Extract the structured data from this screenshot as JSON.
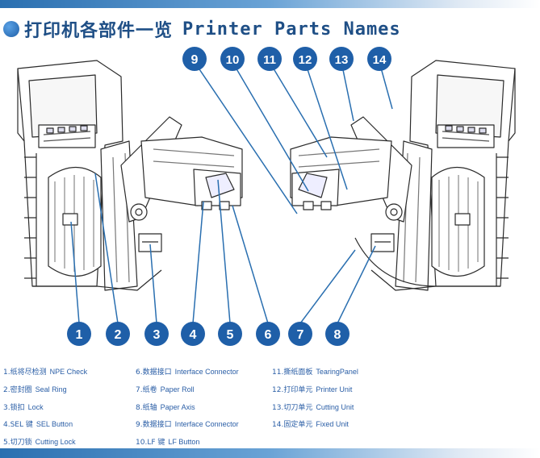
{
  "title": {
    "cn": "打印机各部件一览",
    "en": "Printer Parts Names"
  },
  "colors": {
    "accent": "#1f5fa8",
    "callout_fill": "#1f5fa8",
    "leader_line": "#2a6fb0",
    "legend_text": "#2a5ea6"
  },
  "callouts": [
    "1",
    "2",
    "3",
    "4",
    "5",
    "6",
    "7",
    "8",
    "9",
    "10",
    "11",
    "12",
    "13",
    "14"
  ],
  "legend": [
    {
      "num": "1.",
      "cn": "纸将尽检测",
      "en": "NPE Check"
    },
    {
      "num": "2.",
      "cn": "密封圈",
      "en": "Seal Ring"
    },
    {
      "num": "3.",
      "cn": "锁扣",
      "en": "Lock"
    },
    {
      "num": "4.",
      "cn": "SEL 键",
      "en": "SEL Button"
    },
    {
      "num": "5.",
      "cn": "切刀锁",
      "en": "Cutting Lock"
    },
    {
      "num": "6.",
      "cn": "数据接口",
      "en": "Interface Connector"
    },
    {
      "num": "7.",
      "cn": "纸卷",
      "en": "Paper Roll"
    },
    {
      "num": "8.",
      "cn": "纸轴",
      "en": "Paper Axis"
    },
    {
      "num": "9.",
      "cn": "数据接口",
      "en": "Interface Connector"
    },
    {
      "num": "10.",
      "cn": "LF 键",
      "en": "LF Button"
    },
    {
      "num": "11.",
      "cn": "撕纸面板",
      "en": "TearingPanel"
    },
    {
      "num": "12.",
      "cn": "打印单元",
      "en": "Printer Unit"
    },
    {
      "num": "13.",
      "cn": "切刀单元",
      "en": "Cutting Unit"
    },
    {
      "num": "14.",
      "cn": "固定单元",
      "en": "Fixed Unit"
    }
  ]
}
